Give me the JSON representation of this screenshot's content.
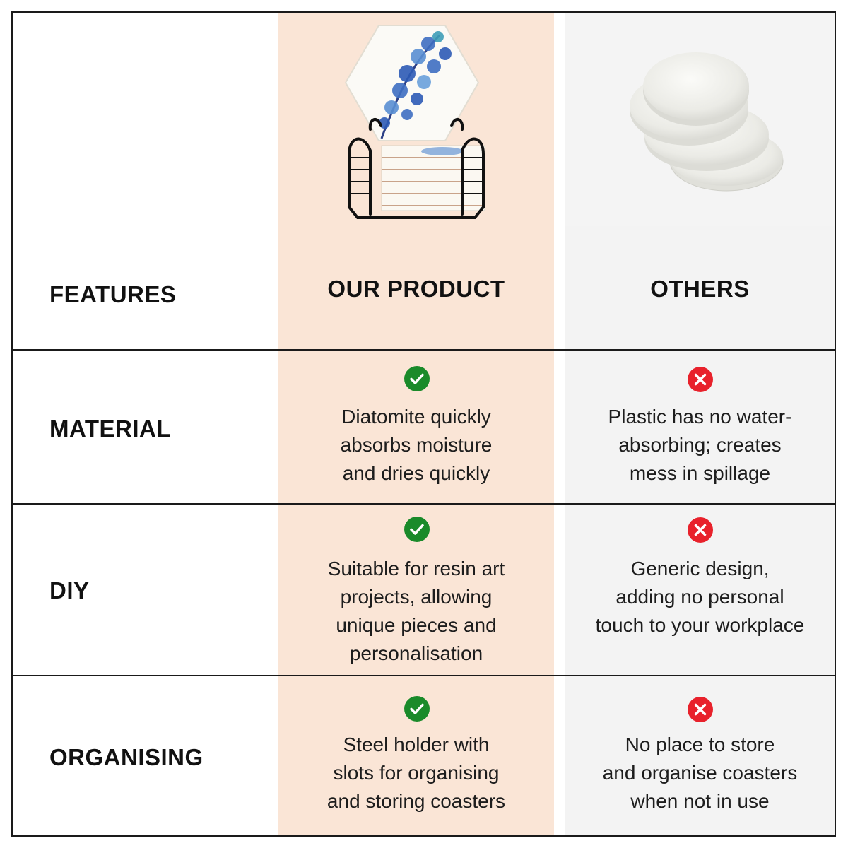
{
  "header": {
    "features_label": "FEATURES",
    "our_product_label": "OUR PRODUCT",
    "others_label": "OTHERS"
  },
  "images": {
    "ours": "hexagon-coaster-set-with-holder",
    "others": "round-marble-coasters"
  },
  "rows": [
    {
      "feature": "MATERIAL",
      "ours_lines": [
        "Diatomite quickly",
        "absorbs moisture",
        "and dries quickly"
      ],
      "others_lines": [
        "Plastic has no water-",
        "absorbing; creates",
        "mess in spillage"
      ]
    },
    {
      "feature": "DIY",
      "ours_lines": [
        "Suitable for resin art",
        "projects, allowing",
        "unique pieces and",
        "personalisation"
      ],
      "others_lines": [
        "Generic design,",
        "adding no personal",
        "touch to your workplace"
      ]
    },
    {
      "feature": "ORGANISING",
      "ours_lines": [
        "Steel holder with",
        "slots for organising",
        "and storing coasters"
      ],
      "others_lines": [
        "No place to store",
        "and organise coasters",
        "when not in use"
      ]
    }
  ],
  "colors": {
    "ours_column": "#fae5d6",
    "others_column": "#f3f3f3",
    "check": "#1a8a2a",
    "cross": "#e8212b",
    "border": "#1a1a1a"
  },
  "icons": {
    "check": "check-circle-icon",
    "cross": "x-circle-icon"
  }
}
